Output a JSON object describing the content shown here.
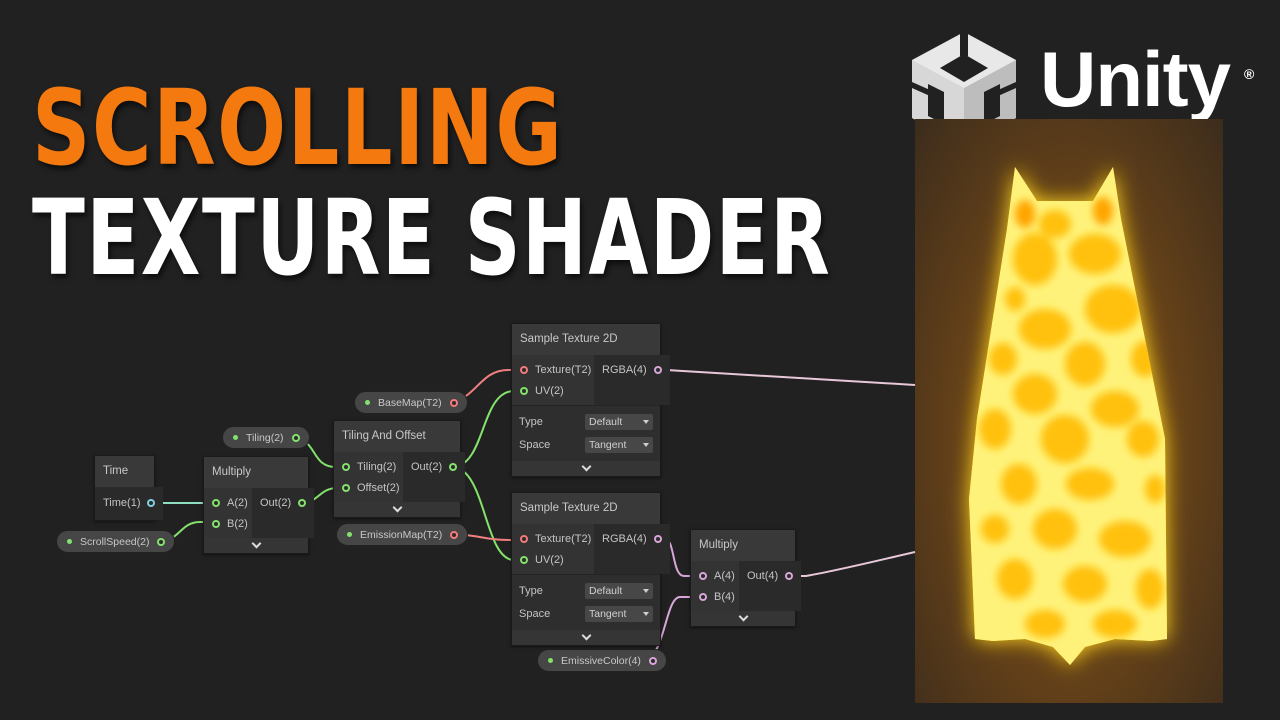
{
  "title": {
    "line1": "SCROLLING",
    "line2": "TEXTURE SHADER",
    "line1_color": "#f47a10",
    "line2_color": "#ffffff"
  },
  "brand": {
    "name": "Unity",
    "registered_mark": "®",
    "logo_icon": "unity-cube-icon"
  },
  "preview": {
    "description": "Glowing lava/emissive scrolling texture on a cat-eared quad",
    "glow_color": "#ffd21a",
    "background_color": "#6a4418"
  },
  "graph": {
    "properties": [
      {
        "id": "tiling",
        "label": "Tiling(2)",
        "port_type": "vector2"
      },
      {
        "id": "scroll-speed",
        "label": "ScrollSpeed(2)",
        "port_type": "vector2"
      },
      {
        "id": "base-map",
        "label": "BaseMap(T2)",
        "port_type": "texture2d"
      },
      {
        "id": "emission-map",
        "label": "EmissionMap(T2)",
        "port_type": "texture2d"
      },
      {
        "id": "emissive-color",
        "label": "EmissiveColor(4)",
        "port_type": "vector4"
      }
    ],
    "nodes": {
      "time": {
        "title": "Time",
        "outputs": [
          "Time(1)"
        ]
      },
      "multiply1": {
        "title": "Multiply",
        "inputs": [
          "A(2)",
          "B(2)"
        ],
        "outputs": [
          "Out(2)"
        ]
      },
      "tiling_offset": {
        "title": "Tiling And Offset",
        "inputs": [
          "Tiling(2)",
          "Offset(2)"
        ],
        "outputs": [
          "Out(2)"
        ]
      },
      "sample1": {
        "title": "Sample Texture 2D",
        "inputs": [
          "Texture(T2)",
          "UV(2)"
        ],
        "outputs": [
          "RGBA(4)"
        ],
        "props": [
          {
            "label": "Type",
            "value": "Default"
          },
          {
            "label": "Space",
            "value": "Tangent"
          }
        ]
      },
      "sample2": {
        "title": "Sample Texture 2D",
        "inputs": [
          "Texture(T2)",
          "UV(2)"
        ],
        "outputs": [
          "RGBA(4)"
        ],
        "props": [
          {
            "label": "Type",
            "value": "Default"
          },
          {
            "label": "Space",
            "value": "Tangent"
          }
        ]
      },
      "multiply2": {
        "title": "Multiply",
        "inputs": [
          "A(4)",
          "B(4)"
        ],
        "outputs": [
          "Out(4)"
        ]
      }
    },
    "colors": {
      "vector1": "#7ed0df",
      "vector2": "#84e26c",
      "vector4": "#d7a6d8",
      "texture2d": "#f37b7b"
    }
  }
}
